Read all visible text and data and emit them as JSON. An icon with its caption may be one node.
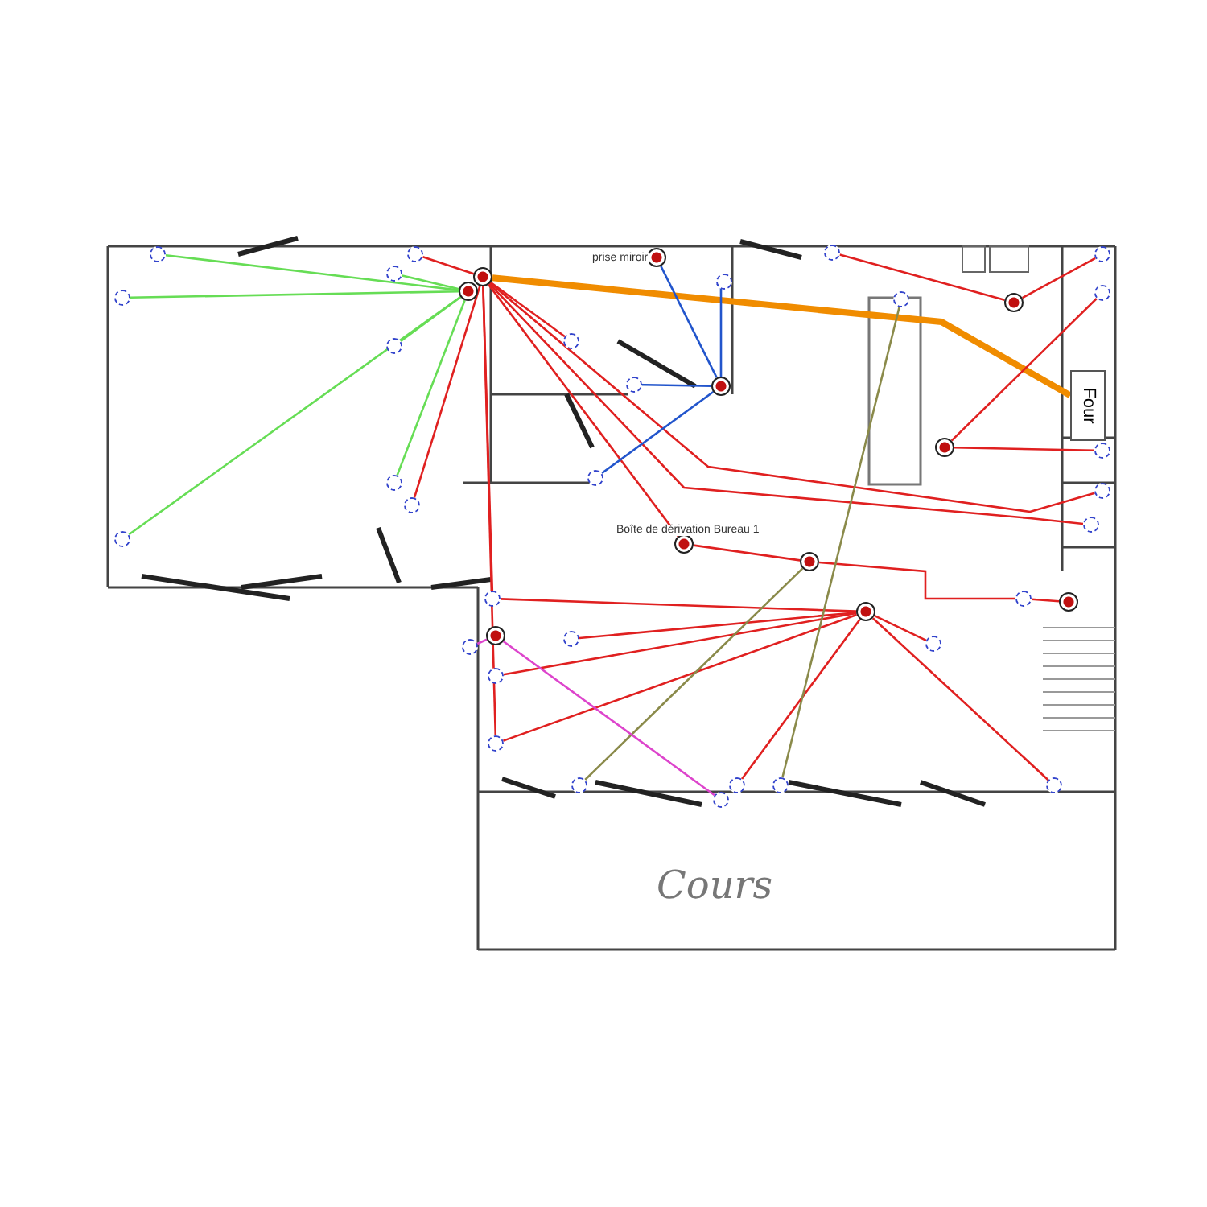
{
  "diagram": {
    "nodes": [
      {
        "text": [],
        "shape": "circle"
      },
      {
        "text": [],
        "shape": "circle"
      },
      {
        "text": [],
        "shape": "circle",
        "beside": [
          "prise miroir"
        ]
      },
      {
        "text": [],
        "shape": "circle"
      },
      {
        "text": [],
        "shape": "circle"
      },
      {
        "text": [],
        "shape": "circle"
      },
      {
        "text": [],
        "shape": "circle",
        "beside": [
          "Boîte de dérivation Bureau 1"
        ]
      },
      {
        "text": [],
        "shape": "circle"
      },
      {
        "text": [],
        "shape": "circle"
      },
      {
        "text": [],
        "shape": "circle"
      },
      {
        "text": [],
        "shape": "circle"
      },
      {
        "text": [
          "Four"
        ]
      },
      {
        "text": [],
        "shape": "circle"
      },
      {
        "text": [],
        "shape": "circle"
      },
      {
        "text": [],
        "shape": "circle"
      },
      {
        "text": [],
        "shape": "circle"
      },
      {
        "text": [],
        "shape": "circle"
      },
      {
        "text": [],
        "shape": "circle"
      },
      {
        "text": [],
        "shape": "circle"
      },
      {
        "text": [],
        "shape": "circle"
      },
      {
        "text": [],
        "shape": "circle"
      },
      {
        "text": [],
        "shape": "circle"
      },
      {
        "text": [],
        "shape": "circle"
      },
      {
        "text": [],
        "shape": "circle"
      },
      {
        "text": [],
        "shape": "circle"
      },
      {
        "text": [],
        "shape": "circle"
      },
      {
        "text": [],
        "shape": "circle"
      },
      {
        "text": [],
        "shape": "circle"
      },
      {
        "text": [],
        "shape": "circle"
      },
      {
        "text": [],
        "shape": "circle"
      },
      {
        "text": [],
        "shape": "circle"
      },
      {
        "text": [],
        "shape": "circle"
      },
      {
        "text": [],
        "shape": "circle"
      },
      {
        "text": [],
        "shape": "circle"
      },
      {
        "text": [],
        "shape": "circle"
      },
      {
        "text": [],
        "shape": "circle"
      },
      {
        "text": [],
        "shape": "circle"
      },
      {
        "text": [],
        "shape": "circle"
      },
      {
        "text": [],
        "shape": "circle"
      },
      {
        "text": [],
        "shape": "circle"
      },
      {
        "text": [],
        "shape": "circle"
      },
      {
        "text": [],
        "shape": "circle"
      },
      {
        "text": [],
        "shape": "circle"
      }
    ],
    "edges": [
      {
        "from": 1,
        "to": 12,
        "arrow": "none",
        "color": "#66dd55"
      },
      {
        "from": 1,
        "to": 13,
        "arrow": "none",
        "color": "#66dd55"
      },
      {
        "from": 1,
        "to": 14,
        "arrow": "none",
        "color": "#66dd55"
      },
      {
        "from": 1,
        "to": 15,
        "arrow": "none",
        "color": "#66dd55"
      },
      {
        "from": 1,
        "to": 16,
        "arrow": "none",
        "color": "#66dd55"
      },
      {
        "from": 1,
        "to": 17,
        "arrow": "none",
        "color": "#66dd55"
      },
      {
        "from": 0,
        "to": 18,
        "arrow": "none"
      },
      {
        "from": 0,
        "to": 19,
        "arrow": "none"
      },
      {
        "from": 0,
        "to": 20,
        "arrow": "none"
      },
      {
        "from": 0,
        "to": 21,
        "arrow": "none"
      },
      {
        "from": 0,
        "to": 22,
        "arrow": "none"
      },
      {
        "from": 0,
        "to": 6,
        "arrow": "none"
      },
      {
        "from": 0,
        "to": 29,
        "arrow": "none"
      },
      {
        "from": 0,
        "to": 30,
        "arrow": "none"
      },
      {
        "from": 0,
        "to": 11,
        "arrow": "none",
        "style": "thick",
        "color": "#f08c00"
      },
      {
        "from": 2,
        "to": 3,
        "arrow": "none",
        "color": "#2255cc"
      },
      {
        "from": 3,
        "to": 23,
        "arrow": "none",
        "color": "#2255cc"
      },
      {
        "from": 3,
        "to": 24,
        "arrow": "none",
        "color": "#2255cc"
      },
      {
        "from": 3,
        "to": 25,
        "arrow": "none",
        "color": "#2255cc"
      },
      {
        "from": 4,
        "to": 26,
        "arrow": "none"
      },
      {
        "from": 4,
        "to": 27,
        "arrow": "none"
      },
      {
        "from": 5,
        "to": 42,
        "arrow": "none"
      },
      {
        "from": 5,
        "to": 28,
        "arrow": "none"
      },
      {
        "from": 6,
        "to": 7,
        "arrow": "none"
      },
      {
        "from": 7,
        "to": 36,
        "arrow": "none"
      },
      {
        "from": 8,
        "to": 20,
        "arrow": "none"
      },
      {
        "from": 8,
        "to": 31,
        "arrow": "none"
      },
      {
        "from": 8,
        "to": 32,
        "arrow": "none"
      },
      {
        "from": 8,
        "to": 21,
        "arrow": "none"
      },
      {
        "from": 8,
        "to": 33,
        "arrow": "none"
      },
      {
        "from": 8,
        "to": 34,
        "arrow": "none"
      },
      {
        "from": 8,
        "to": 35,
        "arrow": "none"
      },
      {
        "from": 36,
        "to": 9,
        "arrow": "none"
      },
      {
        "from": 37,
        "to": 7,
        "arrow": "none",
        "color": "#8a8a4a"
      },
      {
        "from": 38,
        "to": 41,
        "arrow": "none",
        "color": "#8a8a4a"
      },
      {
        "from": 39,
        "to": 10,
        "arrow": "none",
        "color": "#dd44cc"
      },
      {
        "from": 10,
        "to": 40,
        "arrow": "none",
        "color": "#dd44cc"
      }
    ],
    "labels": [
      "Cours"
    ]
  }
}
